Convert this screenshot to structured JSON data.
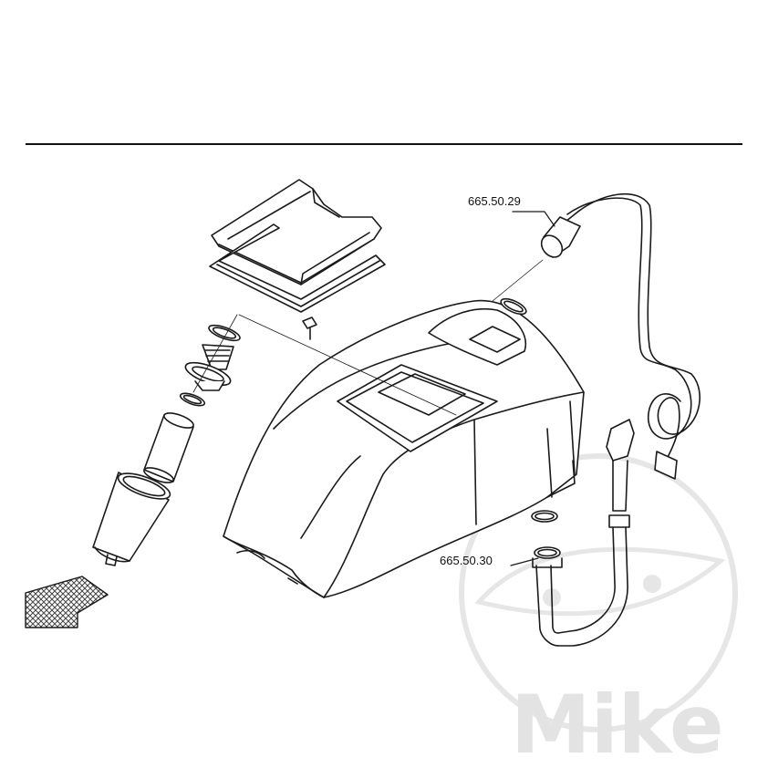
{
  "callouts": [
    {
      "id": "part-1",
      "label": "665.50.29"
    },
    {
      "id": "part-2",
      "label": "665.50.30"
    }
  ],
  "watermark": {
    "text": "Mike"
  },
  "colors": {
    "line": "#1a1a1a",
    "watermark": "#e6e6e6",
    "hatch": "#555555"
  }
}
